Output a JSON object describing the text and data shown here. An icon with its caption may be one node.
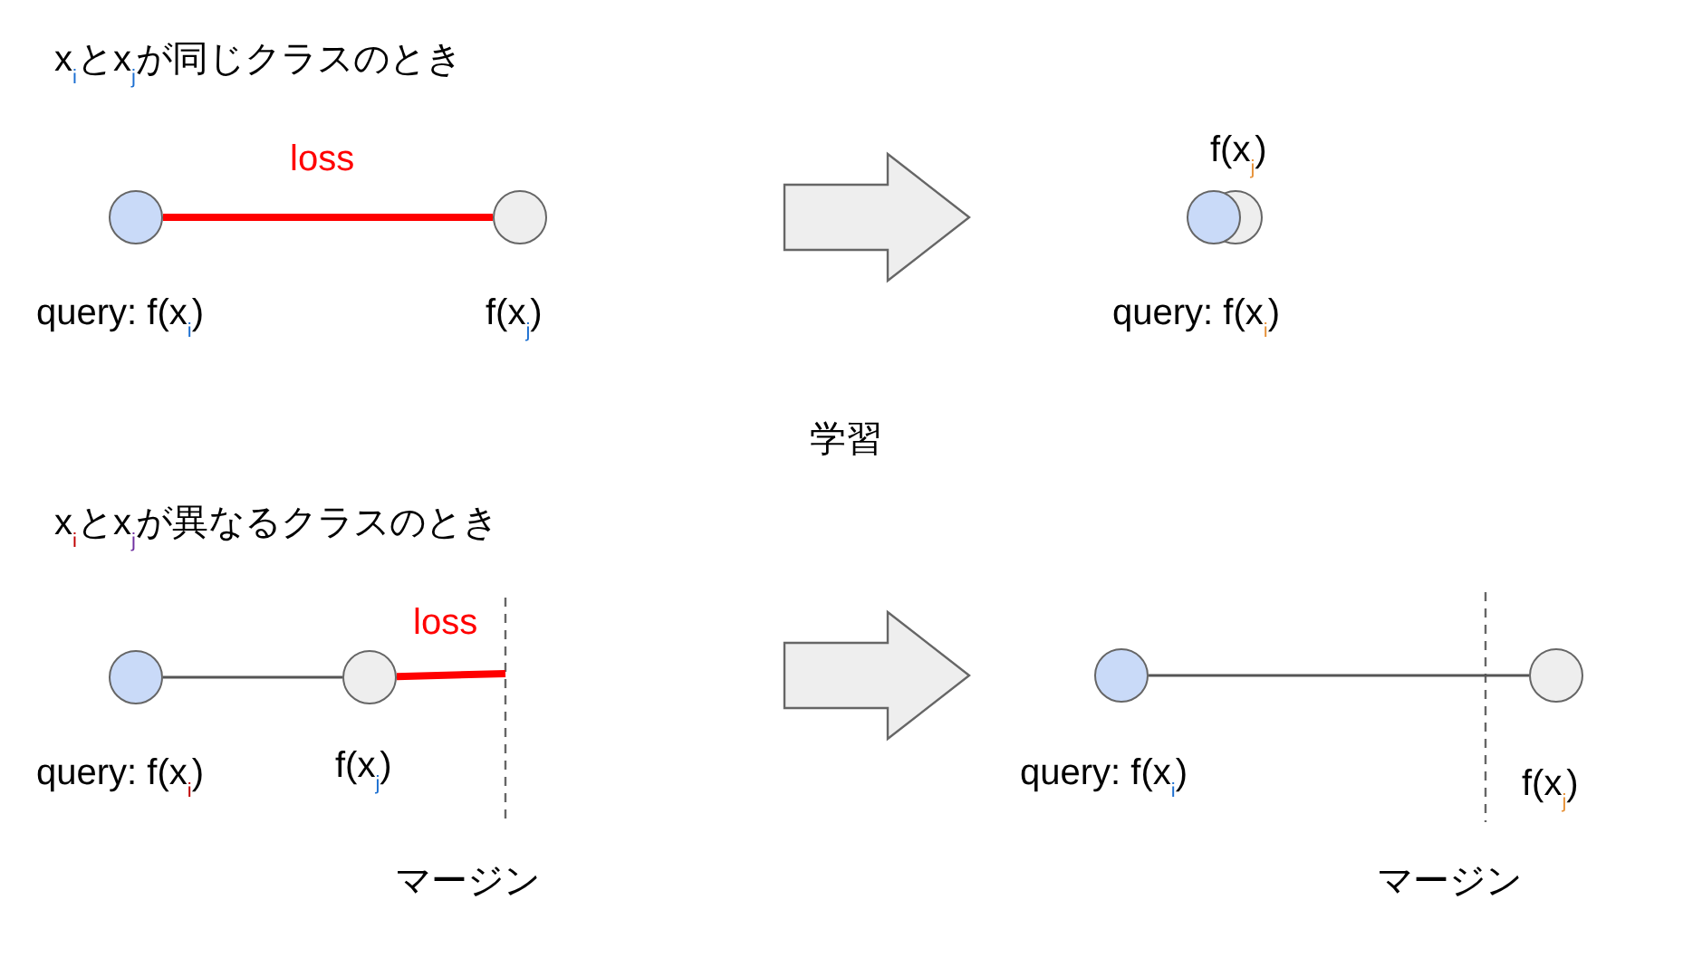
{
  "diagram": {
    "nodes": [
      {
        "text": [],
        "shape": "circle",
        "beside": [
          "query: f(x$_{i}$)"
        ]
      },
      {
        "text": [],
        "shape": "circle",
        "beside": [
          "f(x$_{j}$)"
        ]
      },
      {
        "text": [],
        "shape": "circle",
        "beside": [
          "query: f(x$_{i}$)"
        ]
      },
      {
        "text": [],
        "shape": "circle",
        "beside": [
          "f(x$_{j}$)"
        ]
      },
      {
        "text": [],
        "shape": "circle",
        "beside": [
          "query: f(x$_{i}$)"
        ]
      },
      {
        "text": [],
        "shape": "circle",
        "beside": [
          "f(x$_{j}$)"
        ]
      },
      {
        "text": [],
        "shape": "circle",
        "beside": [
          "query: f(x$_{i}$)"
        ]
      },
      {
        "text": [],
        "shape": "circle",
        "beside": [
          "f(x$_{j}$)"
        ]
      }
    ],
    "edges": [
      {
        "from": 0,
        "to": 1,
        "arrow": "none",
        "label": "loss",
        "style": "thick",
        "color": "#ff0000"
      },
      {
        "from": 4,
        "to": 5,
        "arrow": "none",
        "color": "#555555"
      },
      {
        "from": 5,
        "to": null,
        "arrow": "none",
        "label": "loss",
        "style": "thick",
        "color": "#ff0000"
      },
      {
        "from": 6,
        "to": 7,
        "arrow": "none",
        "color": "#555555"
      }
    ],
    "labels": [
      "x$_{i}$とx$_{j}$が同じクラスのとき",
      "学習",
      "x$_{i}$とx$_{j}$が異なるクラスのとき",
      "マージン",
      "マージン"
    ]
  }
}
